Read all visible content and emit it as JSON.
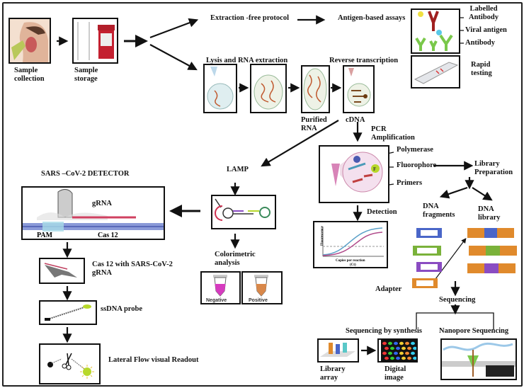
{
  "sample": {
    "collection": [
      "Sample",
      "collection"
    ],
    "storage": [
      "Sample",
      "storage"
    ]
  },
  "extraction_free": "Extraction -free protocol",
  "antigen": {
    "title": "Antigen-based assays",
    "labelled_antibody": [
      "Labelled",
      "Antibody"
    ],
    "viral_antigen": "Viral antigen",
    "antibody": "Antibody",
    "rapid_testing": [
      "Rapid",
      "testing"
    ]
  },
  "rna": {
    "lysis": "Lysis and RNA extraction",
    "reverse_transcription": "Reverse transcription",
    "purified_rna": [
      "Purified",
      "RNA"
    ],
    "cdna": "cDNA"
  },
  "pcr": {
    "amplification": [
      "PCR",
      "Amplification"
    ],
    "polymerase": "Polymerase",
    "fluorophore": "Fluorophore",
    "fluorophore_mark": "F",
    "primers": "Primers",
    "detection": "Detection",
    "graph_ylabel": "Fluorescence",
    "graph_xlabel": [
      "Copies per reaction",
      "(Ct)"
    ]
  },
  "library": {
    "preparation": [
      "Library",
      "Preparation"
    ],
    "dna_fragments": [
      "DNA",
      "fragments"
    ],
    "dna_library": [
      "DNA",
      "library"
    ],
    "adapter": "Adapter"
  },
  "sequencing": {
    "title": "Sequencing",
    "by_synthesis": "Sequencing by synthesis",
    "nanopore": "Nanopore Sequencing",
    "library_array": [
      "Library",
      "array"
    ],
    "digital_image": [
      "Digital",
      "image"
    ]
  },
  "lamp": {
    "title": "LAMP",
    "colorimetric": [
      "Colorimetric",
      "analysis"
    ],
    "negative": "Negative",
    "positive": "Positive"
  },
  "detector": {
    "title": "SARS –CoV-2 DETECTOR",
    "grna": "gRNA",
    "pam": "PAM",
    "cas12": "Cas 12",
    "cas12_with": [
      "Cas 12 with SARS-CoV-2",
      "gRNA"
    ],
    "ssdna_probe": "ssDNA probe",
    "lateral_flow": "Lateral Flow visual Readout"
  },
  "colors": {
    "negative": "#d63bbf",
    "positive": "#d9884a",
    "adapter": "#e08a2c",
    "frag_blue": "#4a66c8",
    "frag_green": "#7ab23a",
    "frag_purple": "#8a4cc2",
    "fluor_green": "#b7d82a"
  }
}
